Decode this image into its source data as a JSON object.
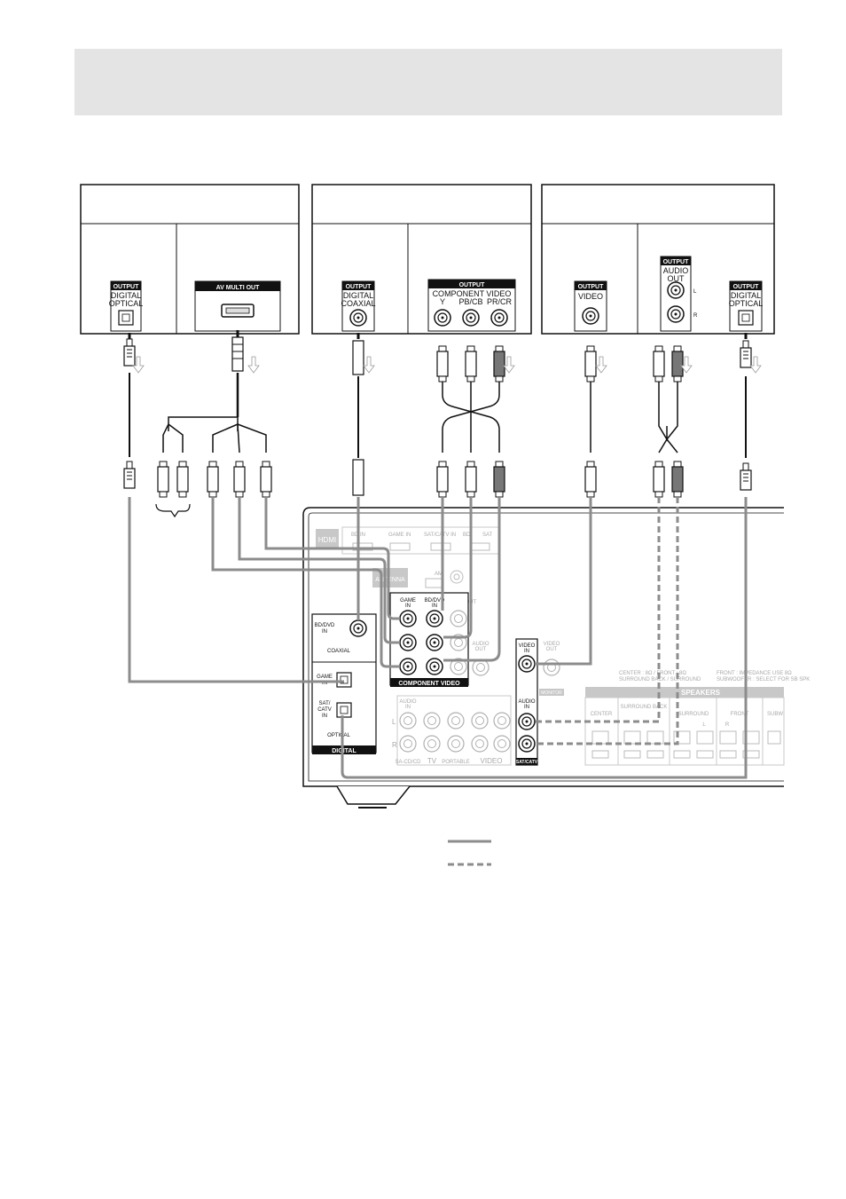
{
  "devices": [
    {
      "connectors": [
        {
          "tag": "OUTPUT",
          "lines": [
            "DIGITAL",
            "OPTICAL"
          ]
        },
        {
          "tag": "AV MULTI OUT",
          "lines": []
        }
      ]
    },
    {
      "connectors": [
        {
          "tag": "OUTPUT",
          "lines": [
            "DIGITAL",
            "COAXIAL"
          ]
        },
        {
          "tag": "OUTPUT",
          "lines": [
            "COMPONENT VIDEO"
          ],
          "pins": [
            "Y",
            "PB/CB",
            "PR/CR"
          ]
        }
      ]
    },
    {
      "connectors": [
        {
          "tag": "OUTPUT",
          "lines": [
            "VIDEO"
          ]
        },
        {
          "tag": "OUTPUT",
          "lines": [
            "AUDIO",
            "OUT"
          ],
          "pins": [
            "L",
            "R"
          ]
        },
        {
          "tag": "OUTPUT",
          "lines": [
            "DIGITAL",
            "OPTICAL"
          ]
        }
      ]
    }
  ],
  "receiver": {
    "hdmi": "HDMI",
    "hdmi_inputs": [
      "BD IN",
      "GAME IN",
      "SAT/CATV IN",
      "BD",
      "SAT"
    ],
    "antenna": "ANTENNA",
    "am": "AM",
    "monitor_out": "MONITOR OUT",
    "coaxial_in": [
      "BD/DVD",
      "IN"
    ],
    "coaxial": "COAXIAL",
    "optical_game": [
      "GAME",
      "IN"
    ],
    "optical_sat": [
      "SAT/",
      "CATV",
      "IN"
    ],
    "optical": "OPTICAL",
    "digital": "DIGITAL",
    "component_game": [
      "GAME",
      "IN"
    ],
    "component_bd": [
      "BD/DVD",
      "IN"
    ],
    "component_video": "COMPONENT VIDEO",
    "video_in": [
      "VIDEO",
      "IN"
    ],
    "audio_in": [
      "AUDIO",
      "IN"
    ],
    "sat_catv": "SAT/CATV",
    "video_out": [
      "VIDEO",
      "OUT"
    ],
    "audio_out": [
      "AUDIO",
      "OUT"
    ],
    "monitor_label": "MONITOR",
    "audio_in_small": [
      "AUDIO",
      "IN"
    ],
    "side_l": "L",
    "side_r": "R",
    "bottom_labels": [
      "SA-CD/CD",
      "TV",
      "PORTABLE",
      "VIDEO"
    ],
    "speakers": "SPEAKERS",
    "speaker_terminals": [
      "CENTER",
      "SURROUND BACK",
      "SURROUND",
      "FRONT",
      "SUBW"
    ],
    "speaker_sub_l": "L",
    "speaker_sub_r": "R",
    "speaker_note_1": "CENTER : 8Ω / FRONT : 8Ω",
    "speaker_note_2": "SURROUND BACK / SURROUND",
    "speaker_note_3": "FRONT : IMPEDANCE USE 8Ω",
    "speaker_note_4": "SUBWOOFER : SELECT FOR SB SPK"
  },
  "legend": {
    "solid_color": "#8c8c8c",
    "dashed_color": "#8c8c8c"
  },
  "colors": {
    "header_bg": "#e4e4e4",
    "cable": "#8c8c8c",
    "ink": "#111111"
  }
}
